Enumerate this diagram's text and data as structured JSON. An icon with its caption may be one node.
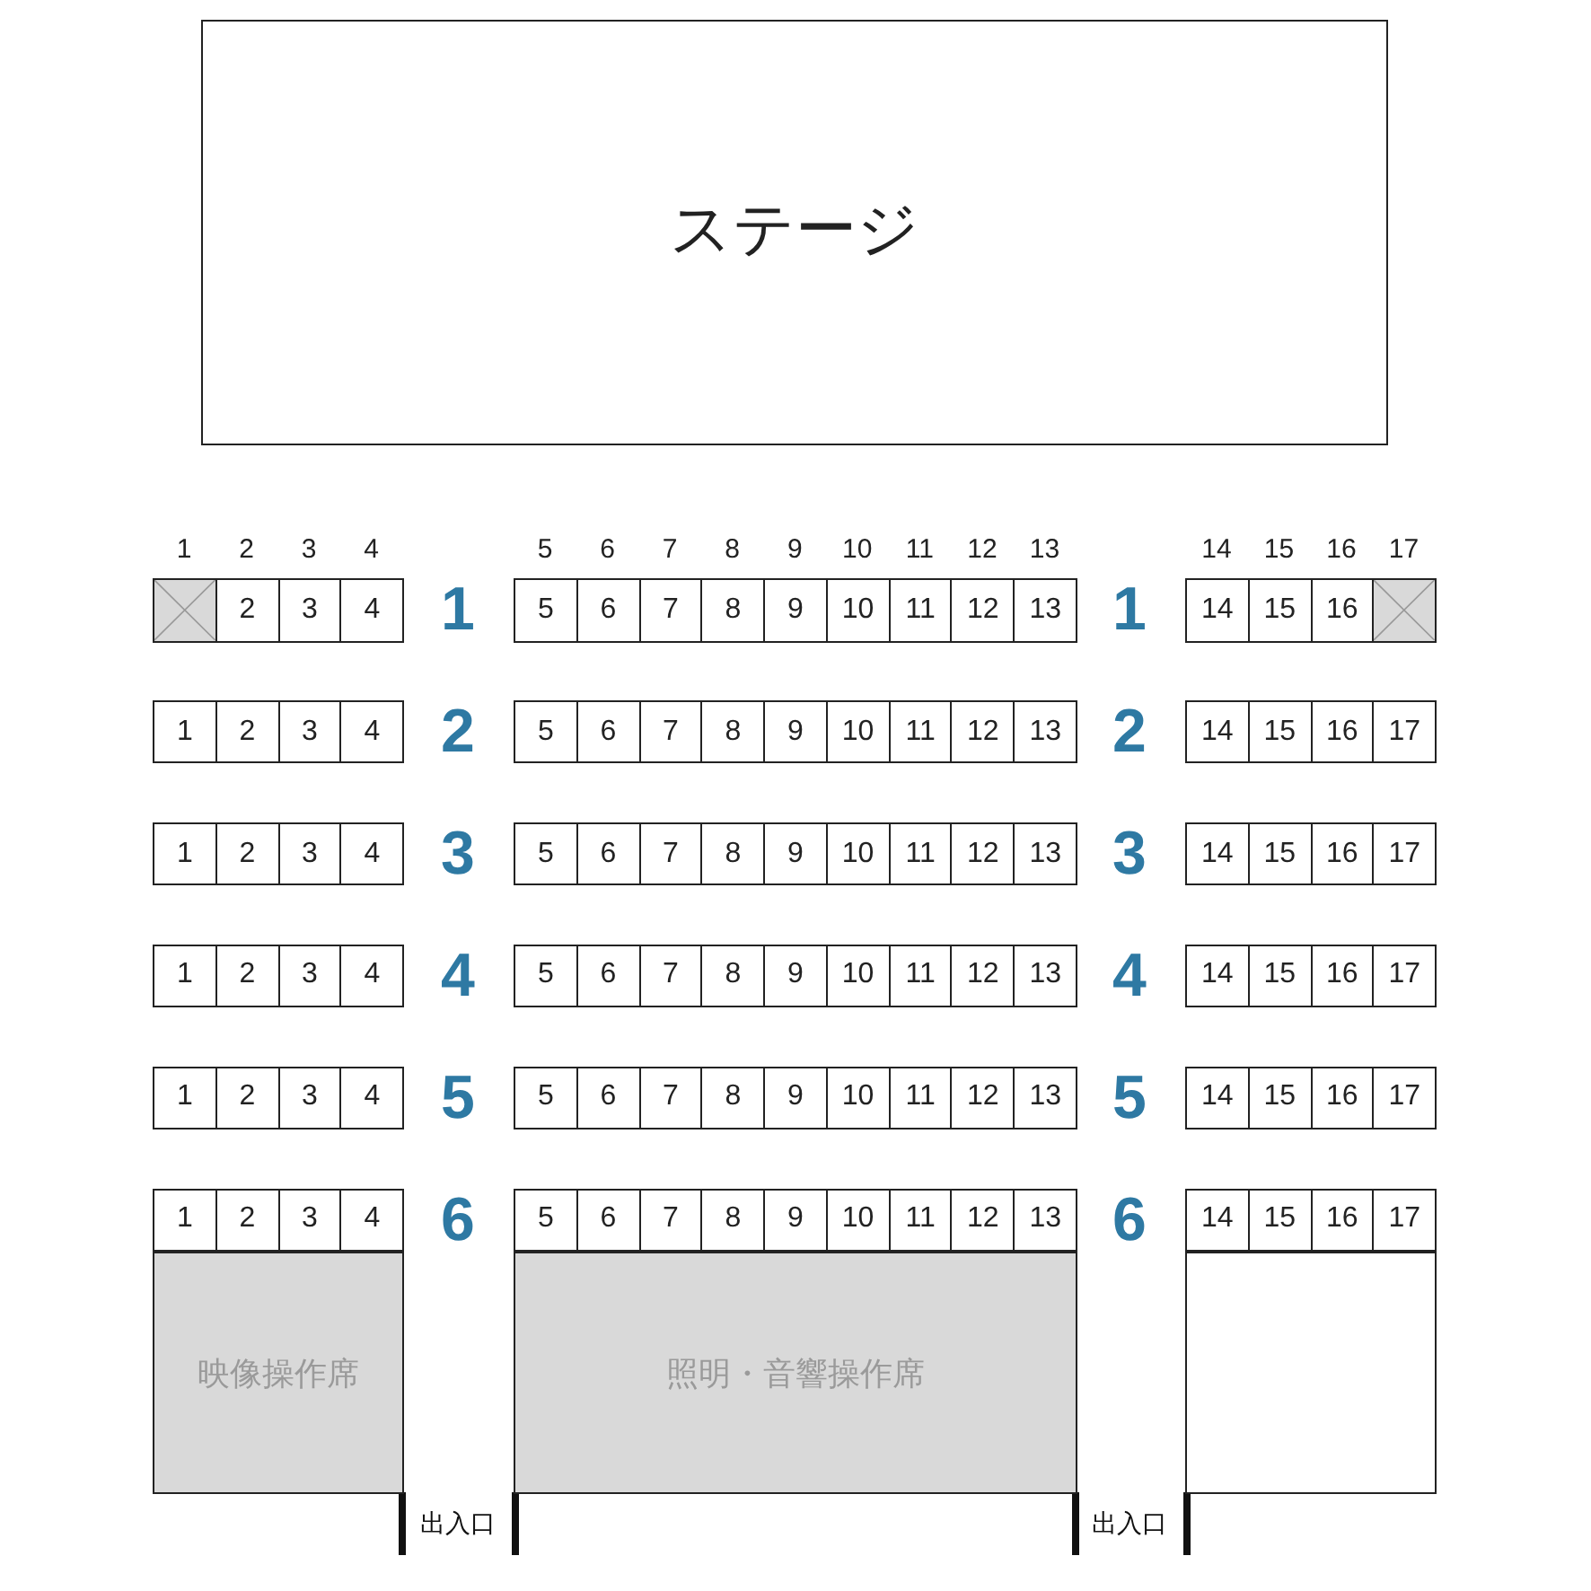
{
  "diagram": {
    "nodes": [
      {
        "text": [
          "ステージ"
        ]
      },
      {
        "text": [],
        "shape": "box"
      },
      {
        "text": [
          "2"
        ]
      },
      {
        "text": [
          "3"
        ]
      },
      {
        "text": [
          "4"
        ]
      },
      {
        "text": [
          "5"
        ]
      },
      {
        "text": [
          "6"
        ]
      },
      {
        "text": [
          "7"
        ]
      },
      {
        "text": [
          "8"
        ]
      },
      {
        "text": [
          "9"
        ]
      },
      {
        "text": [
          "10"
        ]
      },
      {
        "text": [
          "11"
        ]
      },
      {
        "text": [
          "12"
        ]
      },
      {
        "text": [
          "13"
        ]
      },
      {
        "text": [
          "14"
        ]
      },
      {
        "text": [
          "15"
        ]
      },
      {
        "text": [
          "16"
        ]
      },
      {
        "text": [],
        "shape": "box"
      },
      {
        "text": [
          "1"
        ]
      },
      {
        "text": [
          "2"
        ]
      },
      {
        "text": [
          "3"
        ]
      },
      {
        "text": [
          "4"
        ]
      },
      {
        "text": [
          "5"
        ]
      },
      {
        "text": [
          "6"
        ]
      },
      {
        "text": [
          "7"
        ]
      },
      {
        "text": [
          "8"
        ]
      },
      {
        "text": [
          "9"
        ]
      },
      {
        "text": [
          "10"
        ]
      },
      {
        "text": [
          "11"
        ]
      },
      {
        "text": [
          "12"
        ]
      },
      {
        "text": [
          "13"
        ]
      },
      {
        "text": [
          "14"
        ]
      },
      {
        "text": [
          "15"
        ]
      },
      {
        "text": [
          "16"
        ]
      },
      {
        "text": [
          "17"
        ]
      },
      {
        "text": [
          "1"
        ]
      },
      {
        "text": [
          "2"
        ]
      },
      {
        "text": [
          "3"
        ]
      },
      {
        "text": [
          "4"
        ]
      },
      {
        "text": [
          "5"
        ]
      },
      {
        "text": [
          "6"
        ]
      },
      {
        "text": [
          "7"
        ]
      },
      {
        "text": [
          "8"
        ]
      },
      {
        "text": [
          "9"
        ]
      },
      {
        "text": [
          "10"
        ]
      },
      {
        "text": [
          "11"
        ]
      },
      {
        "text": [
          "12"
        ]
      },
      {
        "text": [
          "13"
        ]
      },
      {
        "text": [
          "14"
        ]
      },
      {
        "text": [
          "15"
        ]
      },
      {
        "text": [
          "16"
        ]
      },
      {
        "text": [
          "17"
        ]
      },
      {
        "text": [
          "1"
        ]
      },
      {
        "text": [
          "2"
        ]
      },
      {
        "text": [
          "3"
        ]
      },
      {
        "text": [
          "4"
        ]
      },
      {
        "text": [
          "5"
        ]
      },
      {
        "text": [
          "6"
        ]
      },
      {
        "text": [
          "7"
        ]
      },
      {
        "text": [
          "8"
        ]
      },
      {
        "text": [
          "9"
        ]
      },
      {
        "text": [
          "10"
        ]
      },
      {
        "text": [
          "11"
        ]
      },
      {
        "text": [
          "12"
        ]
      },
      {
        "text": [
          "13"
        ]
      },
      {
        "text": [
          "14"
        ]
      },
      {
        "text": [
          "15"
        ]
      },
      {
        "text": [
          "16"
        ]
      },
      {
        "text": [
          "17"
        ]
      },
      {
        "text": [
          "1"
        ]
      },
      {
        "text": [
          "2"
        ]
      },
      {
        "text": [
          "3"
        ]
      },
      {
        "text": [
          "4"
        ]
      },
      {
        "text": [
          "5"
        ]
      },
      {
        "text": [
          "6"
        ]
      },
      {
        "text": [
          "7"
        ]
      },
      {
        "text": [
          "8"
        ]
      },
      {
        "text": [
          "9"
        ]
      },
      {
        "text": [
          "10"
        ]
      },
      {
        "text": [
          "11"
        ]
      },
      {
        "text": [
          "12"
        ]
      },
      {
        "text": [
          "13"
        ]
      },
      {
        "text": [
          "14"
        ]
      },
      {
        "text": [
          "15"
        ]
      },
      {
        "text": [
          "16"
        ]
      },
      {
        "text": [
          "17"
        ]
      },
      {
        "text": [
          "1"
        ]
      },
      {
        "text": [
          "2"
        ]
      },
      {
        "text": [
          "3"
        ]
      },
      {
        "text": [
          "4"
        ]
      },
      {
        "text": [
          "5"
        ]
      },
      {
        "text": [
          "6"
        ]
      },
      {
        "text": [
          "7"
        ]
      },
      {
        "text": [
          "8"
        ]
      },
      {
        "text": [
          "9"
        ]
      },
      {
        "text": [
          "10"
        ]
      },
      {
        "text": [
          "11"
        ]
      },
      {
        "text": [
          "12"
        ]
      },
      {
        "text": [
          "13"
        ]
      },
      {
        "text": [
          "14"
        ]
      },
      {
        "text": [
          "15"
        ]
      },
      {
        "text": [
          "16"
        ]
      },
      {
        "text": [
          "17"
        ]
      },
      {
        "text": [
          "映像操作席"
        ]
      },
      {
        "text": [
          "照明・音響操作席"
        ]
      },
      {
        "text": [],
        "shape": "box"
      }
    ],
    "labels": [
      "1",
      "2",
      "3",
      "4",
      "5",
      "6",
      "7",
      "8",
      "9",
      "10",
      "11",
      "12",
      "13",
      "14",
      "15",
      "16",
      "17",
      "1",
      "1",
      "2",
      "2",
      "3",
      "3",
      "4",
      "4",
      "5",
      "5",
      "6",
      "6",
      "出入口",
      "出入口"
    ]
  }
}
